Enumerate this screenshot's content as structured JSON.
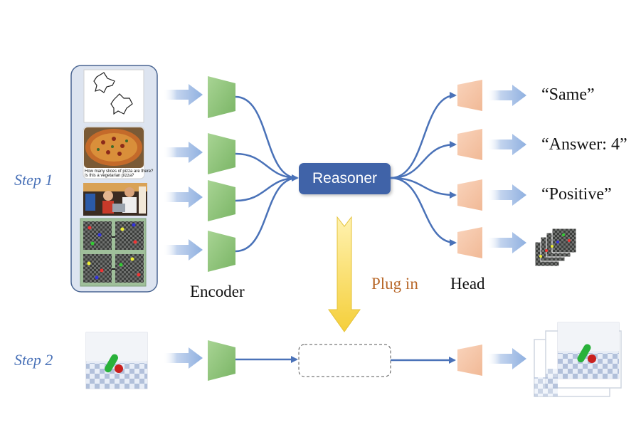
{
  "steps": {
    "step1": "Step 1",
    "step2": "Step 2"
  },
  "reasoner": {
    "label": "Reasoner"
  },
  "labels": {
    "encoder": "Encoder",
    "head": "Head",
    "plug_in": "Plug in"
  },
  "outputs": {
    "same": "“Same”",
    "answer": "“Answer: 4”",
    "positive": "“Positive”"
  },
  "pizza_caption": {
    "line1": "How many slices of pizza are there?",
    "line2": "Is this a vegetarian pizza?"
  },
  "colors": {
    "arrow": "#9db9e3",
    "encoder": "#8fc27a",
    "head": "#f6c5a8",
    "reasoner": "#3f64a8",
    "connector": "#4a72b8",
    "plug_arrow": "#f5d349",
    "step_label": "#4a72b8",
    "plug_label": "#b8682a"
  }
}
